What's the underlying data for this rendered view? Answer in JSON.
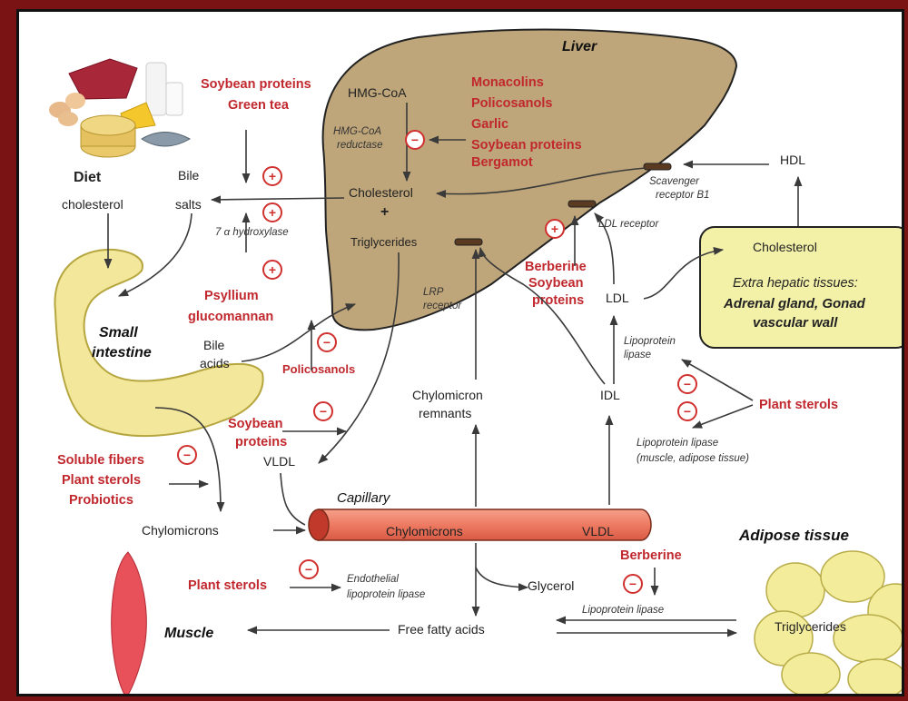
{
  "organs": {
    "liver": "Liver",
    "diet": "Diet",
    "diet_cholesterol": "cholesterol",
    "small_intestine_1": "Small",
    "small_intestine_2": "intestine",
    "capillary": "Capillary",
    "adipose": "Adipose tissue",
    "muscle": "Muscle"
  },
  "liver_contents": {
    "hmg": "HMG-CoA",
    "hmg_reductase_1": "HMG-CoA",
    "hmg_reductase_2": "reductase",
    "cholesterol": "Cholesterol",
    "plus": "+",
    "triglycerides": "Triglycerides"
  },
  "labels": {
    "bile_salts_1": "Bile",
    "bile_salts_2": "salts",
    "hydroxylase": "7 α hydroxylase",
    "bile_acids_1": "Bile",
    "bile_acids_2": "acids",
    "lrp_1": "LRP",
    "lrp_2": "receptor",
    "ldl_receptor": "LDL receptor",
    "scavenger_1": "Scavenger",
    "scavenger_2": "receptor B1",
    "hdl": "HDL",
    "ldl": "LDL",
    "idl": "IDL",
    "lpl_1": "Lipoprotein",
    "lpl_2": "lipase",
    "lpl_muscle_1": "Lipoprotein lipase",
    "lpl_muscle_2": "(muscle, adipose tissue)",
    "chylo_remnants_1": "Chylomicron",
    "chylo_remnants_2": "remnants",
    "vldl": "VLDL",
    "chylomicrons": "Chylomicrons",
    "cap_chylomicrons": "Chylomicrons",
    "cap_vldl": "VLDL",
    "endothelial_1": "Endothelial",
    "endothelial_2": "lipoprotein lipase",
    "glycerol": "Glycerol",
    "adipose_lpl": "Lipoprotein lipase",
    "free_fatty_acids": "Free fatty acids",
    "adipose_tg": "Triglycerides"
  },
  "extra_hepatic": {
    "cholesterol": "Cholesterol",
    "title": "Extra hepatic tissues:",
    "line1": "Adrenal gland, Gonad",
    "line2": "vascular wall"
  },
  "agents": {
    "liver_list": [
      "Monacolins",
      "Policosanols",
      "Garlic",
      "Soybean proteins",
      "Bergamot"
    ],
    "soy_green_1": "Soybean proteins",
    "soy_green_2": "Green tea",
    "psyllium_1": "Psyllium",
    "psyllium_2": "glucomannan",
    "policosanols": "Policosanols",
    "berberine_soy_1": "Berberine",
    "berberine_soy_2": "Soybean",
    "berberine_soy_3": "proteins",
    "soybean_vldl_1": "Soybean",
    "soybean_vldl_2": "proteins",
    "fibers_1": "Soluble fibers",
    "fibers_2": "Plant sterols",
    "fibers_3": "Probiotics",
    "plant_sterols_right": "Plant sterols",
    "plant_sterols_muscle": "Plant sterols",
    "berberine_adipose": "Berberine"
  },
  "signs": {
    "plus": "+",
    "minus": "−"
  },
  "colors": {
    "border": "#7a1414",
    "liver": "#bfa67a",
    "organ_yellow": "#f2e79a",
    "capillary": "#ef7b63",
    "agent_red": "#c0282e"
  }
}
